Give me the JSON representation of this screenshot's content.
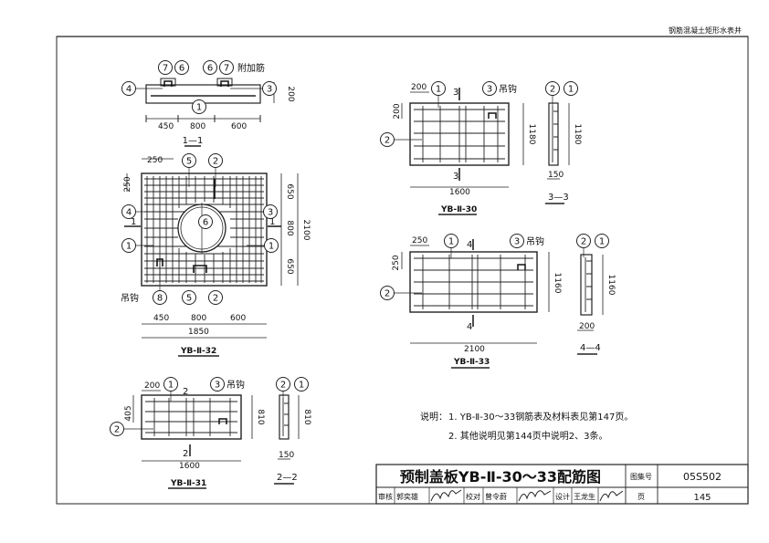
{
  "header": {
    "book_title": "钢筋混凝土矩形水表井"
  },
  "notes": {
    "prefix": "说明：",
    "line1": "1. YB-Ⅱ-30～33钢筋表及材料表见第147页。",
    "line2": "2. 其他说明见第144页中说明2、3条。"
  },
  "title_block": {
    "main_title": "预制盖板YB-Ⅱ-30～33配筋图",
    "atlas_label": "图集号",
    "atlas_no": "05S502",
    "review_label": "审核",
    "reviewer": "郭奕雄",
    "check_label": "校对",
    "checker": "曾令蔚",
    "design_label": "设计",
    "designer": "王龙生",
    "page_label": "页",
    "page_no": "145"
  },
  "section_1_1": {
    "caption": "1—1",
    "added_bar": "附加筋",
    "dims": [
      "450",
      "800",
      "600",
      "200"
    ],
    "markers": [
      "7",
      "6",
      "6",
      "7",
      "4",
      "3",
      "1"
    ]
  },
  "yb32": {
    "caption": "YB-Ⅱ-32",
    "hook": "吊钩",
    "dims_top": [
      "250"
    ],
    "dims_left": [
      "250"
    ],
    "dims_right": [
      "650",
      "800",
      "650",
      "2100"
    ],
    "dims_bottom": [
      "450",
      "800",
      "600",
      "1850"
    ],
    "section_marks": [
      "1",
      "1"
    ],
    "markers": [
      "5",
      "2",
      "4",
      "3",
      "6",
      "1",
      "1",
      "8",
      "5",
      "2"
    ]
  },
  "yb30": {
    "caption": "YB-Ⅱ-30",
    "hook": "吊钩",
    "dims": [
      "200",
      "200",
      "1180",
      "1600"
    ],
    "section_marks": [
      "3",
      "3"
    ],
    "markers": [
      "1",
      "3",
      "2"
    ]
  },
  "section_3_3": {
    "caption": "3—3",
    "dims": [
      "1180",
      "150"
    ],
    "markers": [
      "2",
      "1"
    ]
  },
  "yb33": {
    "caption": "YB-Ⅱ-33",
    "hook": "吊钩",
    "dims": [
      "250",
      "250",
      "1160",
      "2100"
    ],
    "section_marks": [
      "4",
      "4"
    ],
    "markers": [
      "1",
      "3",
      "2"
    ]
  },
  "section_4_4": {
    "caption": "4—4",
    "dims": [
      "1160",
      "200"
    ],
    "markers": [
      "2",
      "1"
    ]
  },
  "yb31": {
    "caption": "YB-Ⅱ-31",
    "hook": "吊钩",
    "dims": [
      "200",
      "405",
      "810",
      "1600"
    ],
    "section_marks": [
      "2",
      "2"
    ],
    "markers": [
      "1",
      "3",
      "2"
    ]
  },
  "section_2_2": {
    "caption": "2—2",
    "dims": [
      "810",
      "150"
    ],
    "markers": [
      "2",
      "1"
    ]
  }
}
